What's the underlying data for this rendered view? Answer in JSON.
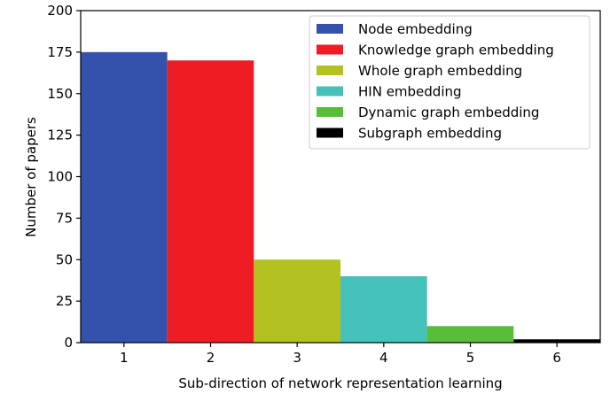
{
  "chart_data": {
    "type": "bar",
    "categories": [
      "1",
      "2",
      "3",
      "4",
      "5",
      "6"
    ],
    "series": [
      {
        "name": "Node embedding",
        "color": "#3451ab",
        "values": [
          175,
          null,
          null,
          null,
          null,
          null
        ]
      },
      {
        "name": "Knowledge graph embedding",
        "color": "#ee1c25",
        "values": [
          null,
          170,
          null,
          null,
          null,
          null
        ]
      },
      {
        "name": "Whole graph embedding",
        "color": "#b3c21f",
        "values": [
          null,
          null,
          50,
          null,
          null,
          null
        ]
      },
      {
        "name": "HIN embedding",
        "color": "#44c1b9",
        "values": [
          null,
          null,
          null,
          40,
          null,
          null
        ]
      },
      {
        "name": "Dynamic graph embedding",
        "color": "#58be3a",
        "values": [
          null,
          null,
          null,
          null,
          10,
          null
        ]
      },
      {
        "name": "Subgraph embedding",
        "color": "#000000",
        "values": [
          null,
          null,
          null,
          null,
          null,
          2
        ]
      }
    ],
    "values": [
      175,
      170,
      50,
      40,
      10,
      2
    ],
    "xlabel": "Sub-direction of network representation learning",
    "ylabel": "Number of papers",
    "ylim": [
      0,
      200
    ],
    "yticks": [
      "0",
      "25",
      "50",
      "75",
      "100",
      "125",
      "150",
      "175",
      "200"
    ],
    "legend_position": "top-right",
    "grid": false
  }
}
